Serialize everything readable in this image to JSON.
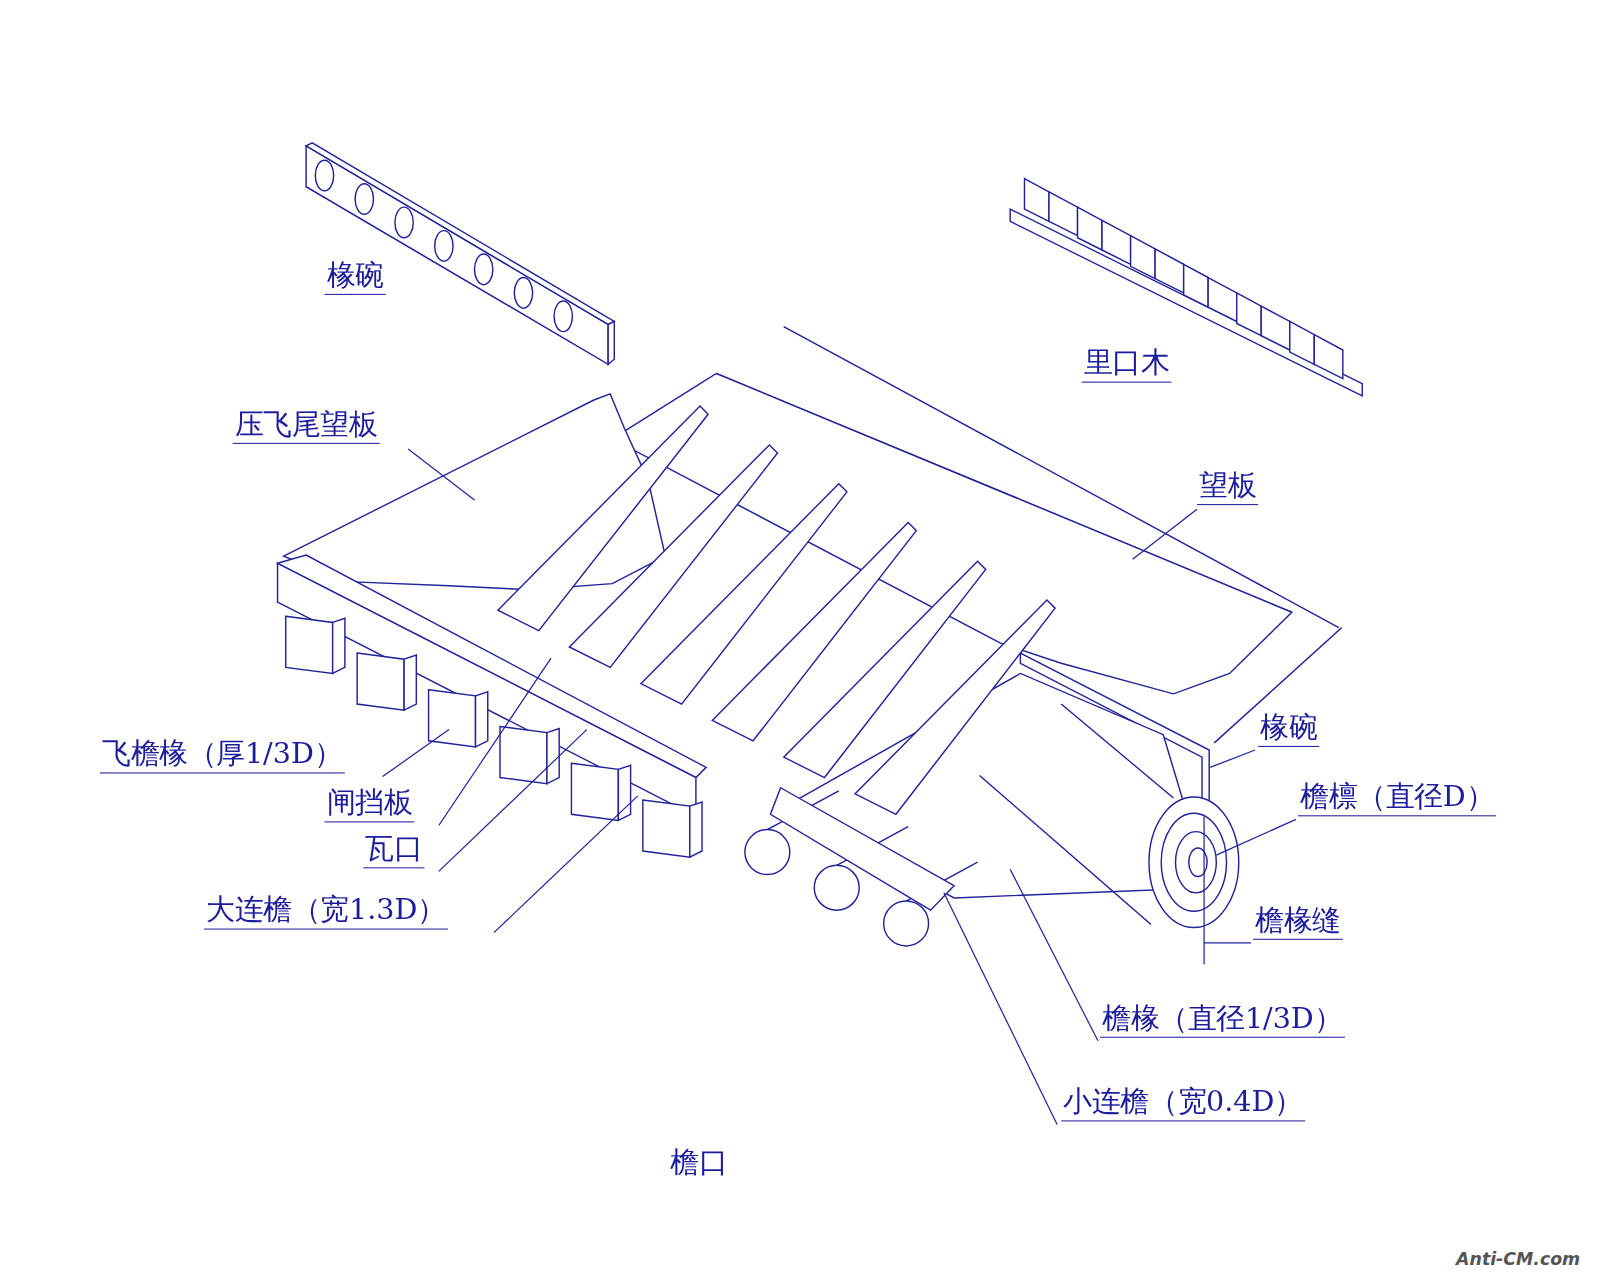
{
  "diagram": {
    "caption": "檐口",
    "labels": [
      "椽碗",
      "里口木",
      "压飞尾望板",
      "望板",
      "椽碗",
      "飞檐椽（厚1/3D）",
      "闸挡板",
      "檐檩（直径D）",
      "瓦口",
      "大连檐（宽1.3D）",
      "檐椽缝",
      "檐椽（直径1/3D）",
      "小连檐（宽0.4D）",
      "Anti-CM.com"
    ]
  }
}
